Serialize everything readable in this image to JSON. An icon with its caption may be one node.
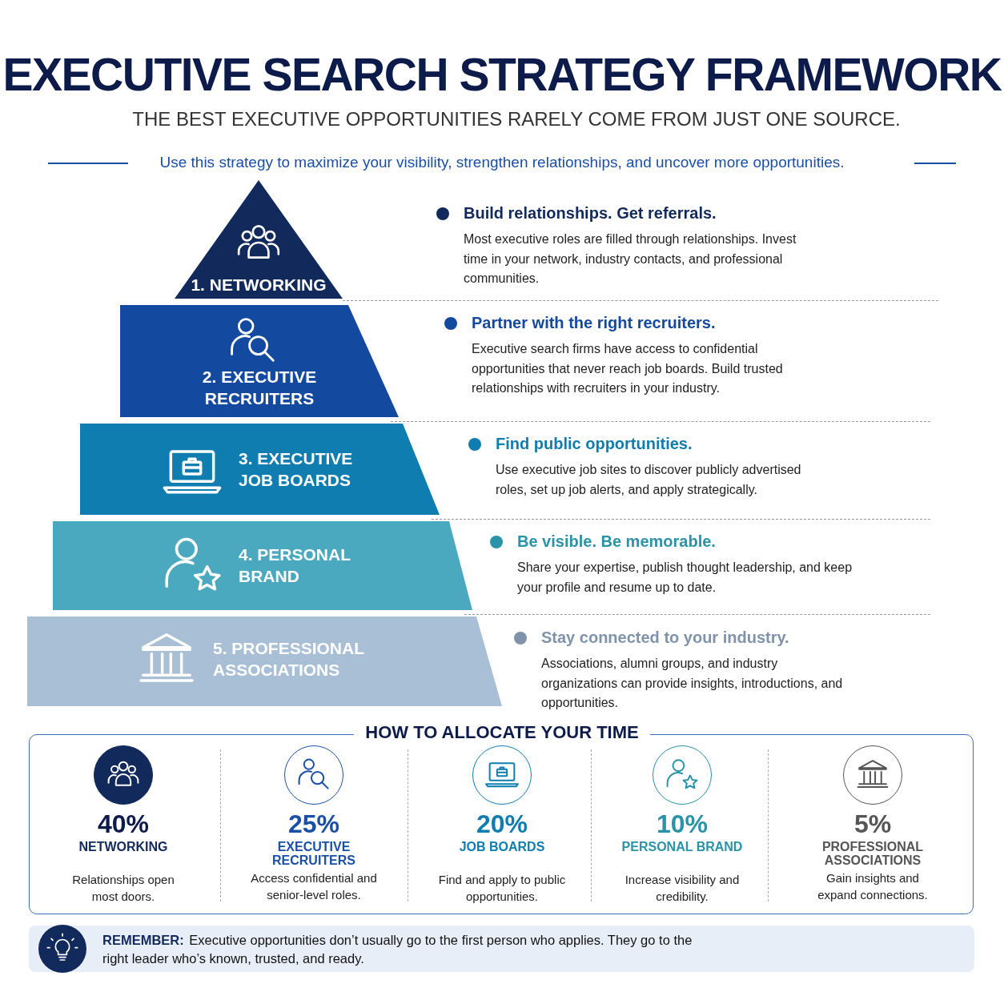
{
  "diagram": {
    "title": "EXECUTIVE SEARCH STRATEGY FRAMEWORK",
    "nodes": [
      {
        "text": [
          "1. NETWORKING"
        ],
        "beside": [
          "Build relationships. Get referrals.",
          "Most executive roles are filled through relationships. Invest time in your network, industry contacts, and professional communities."
        ]
      },
      {
        "text": [
          "2. EXECUTIVE RECRUITERS"
        ],
        "beside": [
          "Partner with the right recruiters.",
          "Executive search firms have access to confidential opportunities that never reach job boards. Build trusted relationships with recruiters in your industry."
        ]
      },
      {
        "text": [
          "3. EXECUTIVE JOB BOARDS"
        ],
        "beside": [
          "Find public opportunities.",
          "Use executive job sites to discover publicly advertised roles, set up job alerts, and apply strategically."
        ]
      },
      {
        "text": [
          "4. PERSONAL BRAND"
        ],
        "beside": [
          "Be visible. Be memorable.",
          "Share your expertise, publish thought leadership, and keep your profile and resume up to date."
        ]
      },
      {
        "text": [
          "5. PROFESSIONAL ASSOCIATIONS"
        ],
        "beside": [
          "Stay connected to your industry.",
          "Associations, alumni groups, and industry organizations can provide insights, introductions, and opportunities."
        ]
      },
      {
        "text": [
          "HOW TO ALLOCATE YOUR TIME"
        ]
      },
      {
        "text": [
          "**REMEMBER:** Executive opportunities don’t usually go to the first person who applies. They go to the right leader who’s known, trusted, and ready."
        ]
      }
    ],
    "labels": [
      "THE BEST EXECUTIVE OPPORTUNITIES RARELY COME FROM JUST ONE SOURCE.",
      "Use this strategy to maximize your visibility, strengthen relationships, and uncover more opportunities.",
      "40%",
      "NETWORKING",
      "Relationships open most doors.",
      "25%",
      "EXECUTIVE RECRUITERS",
      "Access confidential and senior-level roles.",
      "20%",
      "JOB BOARDS",
      "Find and apply to public opportunities.",
      "10%",
      "PERSONAL BRAND",
      "Increase visibility and credibility.",
      "5%",
      "PROFESSIONAL ASSOCIATIONS",
      "Gain insights and expand connections."
    ]
  }
}
